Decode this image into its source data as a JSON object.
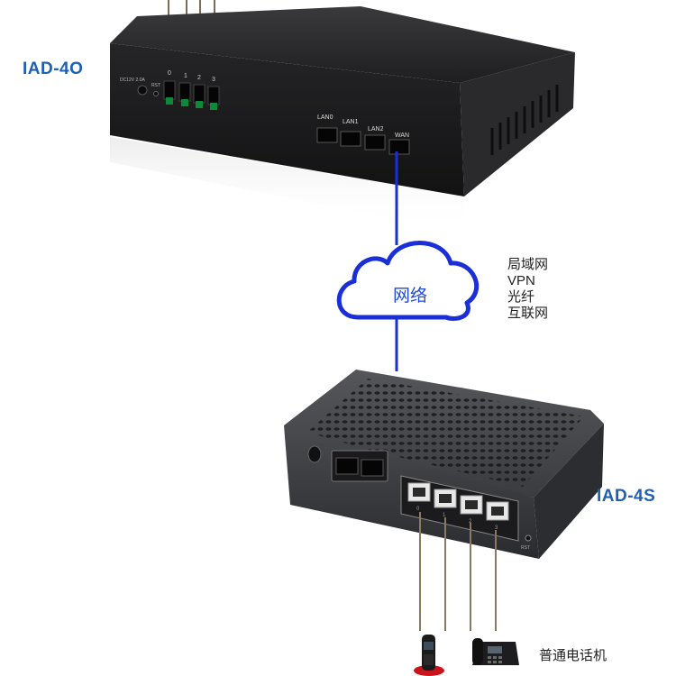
{
  "colors": {
    "device_label": "#1f5fb4",
    "cloud_stroke": "#1a2fd8",
    "cloud_text": "#1f4bd6",
    "link_line": "#1a2fd8",
    "chassis_dark": "#1c1c1e",
    "chassis_mid": "#2e2e31"
  },
  "top_device": {
    "name": "IAD-4O",
    "power_text": "DC12V 2.0A",
    "reset_label": "RST",
    "fxs_ports": [
      "0",
      "1",
      "2",
      "3"
    ],
    "rear_ports": [
      "LAN0",
      "LAN1",
      "LAN2",
      "WAN"
    ]
  },
  "cloud": {
    "label": "网络"
  },
  "network_types": [
    "局域网",
    "VPN",
    "光纤",
    "互联网"
  ],
  "bottom_device": {
    "name": "IAD-4S",
    "fxs_ports": [
      "0",
      "1",
      "2",
      "3"
    ],
    "reset_label": "RST"
  },
  "phones": {
    "label": "普通电话机",
    "icons": [
      "cordless-phone-icon",
      "desk-phone-icon"
    ]
  }
}
